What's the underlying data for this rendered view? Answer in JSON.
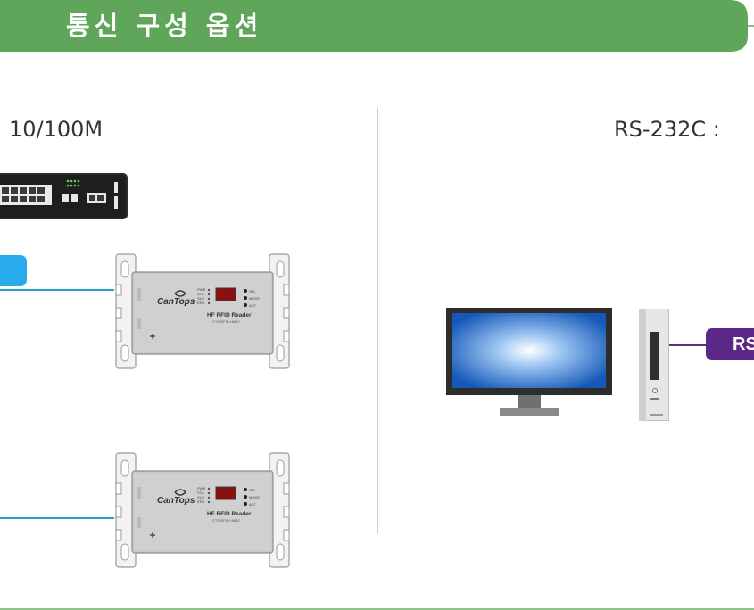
{
  "header": {
    "title": "통신 구성 옵션"
  },
  "left_panel": {
    "heading": "10/100M"
  },
  "right_panel": {
    "heading": "RS-232C : ",
    "badge_label": "RS"
  },
  "reader": {
    "brand": "CanTops",
    "model_title": "HF RFID Reader",
    "model_code": "CTS-RFID-HM12",
    "status_leds": [
      "PWR",
      "STA",
      "SUC",
      "ERR"
    ],
    "mode_labels": [
      "SEL",
      "MODE",
      "ACT"
    ]
  },
  "colors": {
    "header_green": "#5fa55a",
    "cable_blue": "#2a9fd6",
    "badge_blue": "#29aaec",
    "badge_purple": "#5b2886",
    "footer_green": "#8cc48c"
  }
}
